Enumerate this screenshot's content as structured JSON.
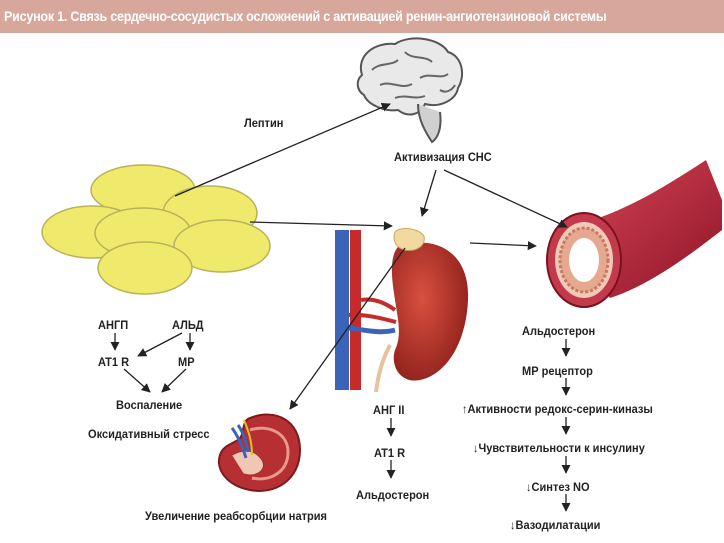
{
  "title": "Рисунок 1. Связь сердечно-сосудистых осложнений с активацией ренин-ангиотензиновой системы",
  "labels": {
    "leptin": "Лептин",
    "sns": "Активизация СНС",
    "angp": "АНГП",
    "ald": "АЛЬД",
    "at1r_left": "AT1 R",
    "mr": "MP",
    "inflammation": "Воспаление",
    "oxidative": "Оксидативный стресс",
    "sodium": "Увеличение реабсорбции натрия",
    "ang2": "АНГ II",
    "at1r_mid": "AT1 R",
    "aldosterone_mid": "Альдостерон",
    "aldosterone_right": "Альдостерон",
    "mr_receptor": "МР рецептор",
    "redox": "↑Активности редокс-серин-киназы",
    "insulin": "↓Чувствительности к инсулину",
    "no": "↓Синтез NO",
    "vasodilation": "↓Вазодилатации"
  },
  "colors": {
    "title_bg": "#d8a79b",
    "fat": "#efea6b",
    "vessel": "#b8243a",
    "kidney": "#b02d2a",
    "vein": "#3b63b8"
  },
  "icons": [
    "brain-icon",
    "adipose-cells-icon",
    "kidney-icon",
    "blood-vessel-icon",
    "kidney-cross-section-icon"
  ]
}
